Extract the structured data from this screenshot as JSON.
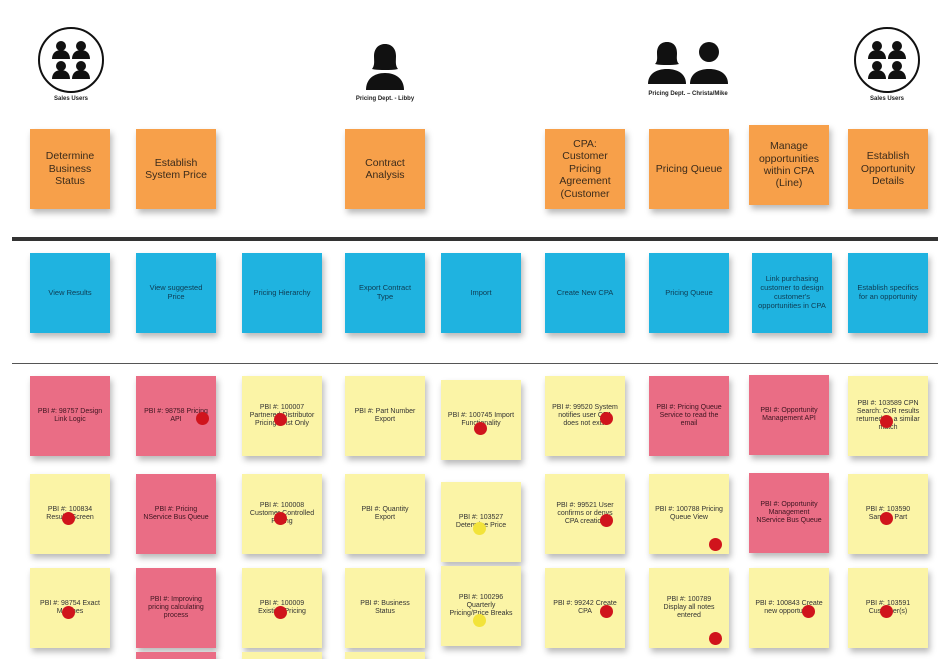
{
  "colors": {
    "orange": "#f7a04a",
    "blue": "#1fb3e0",
    "yellow": "#fbf4a6",
    "pink": "#ea6d85",
    "dot_red": "#d0141c",
    "dot_yellow": "#f2e33a"
  },
  "personas": [
    {
      "label": "Sales Users",
      "icon": "group-users-icon"
    },
    {
      "label": "Pricing Dept. - Libby",
      "icon": "single-woman-icon"
    },
    {
      "label": "Pricing Dept. – Christa/Mike",
      "icon": "two-people-icon"
    },
    {
      "label": "Sales Users",
      "icon": "group-users-icon"
    }
  ],
  "activities": [
    {
      "label": "Determine Business Status"
    },
    {
      "label": "Establish System Price"
    },
    {
      "label": "Contract Analysis"
    },
    {
      "label": "CPA: Customer Pricing Agreement (Customer"
    },
    {
      "label": "Pricing Queue"
    },
    {
      "label": "Manage opportunities within CPA (Line)"
    },
    {
      "label": "Establish Opportunity Details"
    }
  ],
  "features": [
    {
      "label": "View Results"
    },
    {
      "label": "View suggested Price"
    },
    {
      "label": "Pricing Hierarchy"
    },
    {
      "label": "Export Contract Type"
    },
    {
      "label": "Import"
    },
    {
      "label": "Create New CPA"
    },
    {
      "label": "Pricing Queue"
    },
    {
      "label": "Link purchasing customer to design customer's opportunities in CPA"
    },
    {
      "label": "Establish specifics for an opportunity"
    }
  ],
  "stories": [
    {
      "label": "PBI #: 98757 Design Link Logic",
      "color": "pink",
      "dot": ""
    },
    {
      "label": "PBI #: 98758 Pricing API",
      "color": "pink",
      "dot": "red"
    },
    {
      "label": "PBI #: 100007 Partnered Distributor Pricing -Dist Only",
      "color": "yellow",
      "dot": "red"
    },
    {
      "label": "PBI #: Part Number Export",
      "color": "yellow",
      "dot": ""
    },
    {
      "label": "PBI #: 100745 Import Functionality",
      "color": "yellow",
      "dot": "red"
    },
    {
      "label": "PBI #: 99520 System notifies user CPA does not exist",
      "color": "yellow",
      "dot": "red"
    },
    {
      "label": "PBI #: Pricing Queue Service to read the email",
      "color": "pink",
      "dot": ""
    },
    {
      "label": "PBI #: Opportunity Management API",
      "color": "pink",
      "dot": ""
    },
    {
      "label": "PBI #: 103589 CPN Search: CxR results returned as a similar match",
      "color": "yellow",
      "dot": "red"
    },
    {
      "label": "PBI #: 100834 Results Screen",
      "color": "yellow",
      "dot": "red"
    },
    {
      "label": "PBI #: Pricing NService Bus Queue",
      "color": "pink",
      "dot": ""
    },
    {
      "label": "PBI #: 100008 Customer Controlled Pricing",
      "color": "yellow",
      "dot": "red"
    },
    {
      "label": "PBI #: Quantity Export",
      "color": "yellow",
      "dot": ""
    },
    {
      "label": "PBI #: 103527 Determine Price",
      "color": "yellow",
      "dot": "yellow"
    },
    {
      "label": "PBI #: 99521 User confirms or denys CPA creation",
      "color": "yellow",
      "dot": "red"
    },
    {
      "label": "PBI #: 100788 Pricing Queue View",
      "color": "yellow",
      "dot": "red"
    },
    {
      "label": "PBI #: Opportunity Management NService Bus Queue",
      "color": "pink",
      "dot": ""
    },
    {
      "label": "PBI #: 103590 Sample Part",
      "color": "yellow",
      "dot": "red"
    },
    {
      "label": "PBI #: 98754 Exact Matches",
      "color": "yellow",
      "dot": "red"
    },
    {
      "label": "PBI #: Improving pricing calculating process",
      "color": "pink",
      "dot": ""
    },
    {
      "label": "PBI #: 100009 Existing Pricing",
      "color": "yellow",
      "dot": "red"
    },
    {
      "label": "PBI #: Business Status",
      "color": "yellow",
      "dot": ""
    },
    {
      "label": "PBI #: 100296 Quarterly Pricing/Price Breaks",
      "color": "yellow",
      "dot": "yellow"
    },
    {
      "label": "PBI #: 99242 Create CPA",
      "color": "yellow",
      "dot": "red"
    },
    {
      "label": "PBI #: 100789 Display all notes entered",
      "color": "yellow",
      "dot": "red"
    },
    {
      "label": "PBI #: 100843 Create new opportunity",
      "color": "yellow",
      "dot": "red"
    },
    {
      "label": "PBI #: 103591 Customer(s)",
      "color": "yellow",
      "dot": "red"
    }
  ]
}
